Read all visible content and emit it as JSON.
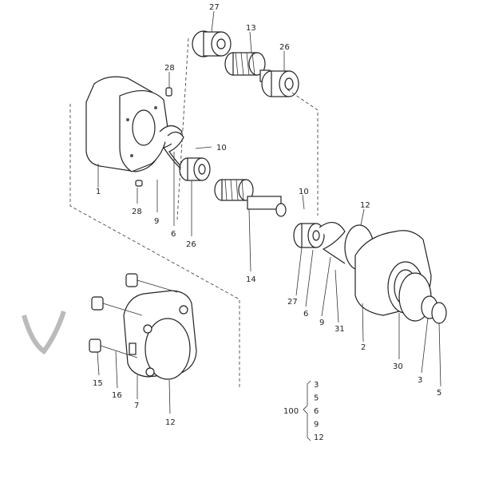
{
  "callouts": [
    {
      "id": "c27a",
      "text": "27"
    },
    {
      "id": "c13",
      "text": "13"
    },
    {
      "id": "c26a",
      "text": "26"
    },
    {
      "id": "c28a",
      "text": "28"
    },
    {
      "id": "c10a",
      "text": "10"
    },
    {
      "id": "c1",
      "text": "1"
    },
    {
      "id": "c28b",
      "text": "28"
    },
    {
      "id": "c9a",
      "text": "9"
    },
    {
      "id": "c6a",
      "text": "6"
    },
    {
      "id": "c26b",
      "text": "26"
    },
    {
      "id": "c14",
      "text": "14"
    },
    {
      "id": "c10b",
      "text": "10"
    },
    {
      "id": "c12a",
      "text": "12"
    },
    {
      "id": "c27b",
      "text": "27"
    },
    {
      "id": "c6b",
      "text": "6"
    },
    {
      "id": "c9b",
      "text": "9"
    },
    {
      "id": "c31",
      "text": "31"
    },
    {
      "id": "c2",
      "text": "2"
    },
    {
      "id": "c30",
      "text": "30"
    },
    {
      "id": "c3",
      "text": "3"
    },
    {
      "id": "c5",
      "text": "5"
    },
    {
      "id": "c15",
      "text": "15"
    },
    {
      "id": "c16",
      "text": "16"
    },
    {
      "id": "c7",
      "text": "7"
    },
    {
      "id": "c12b",
      "text": "12"
    }
  ],
  "kit": {
    "label": "100",
    "items": [
      "3",
      "5",
      "6",
      "9",
      "12"
    ]
  }
}
